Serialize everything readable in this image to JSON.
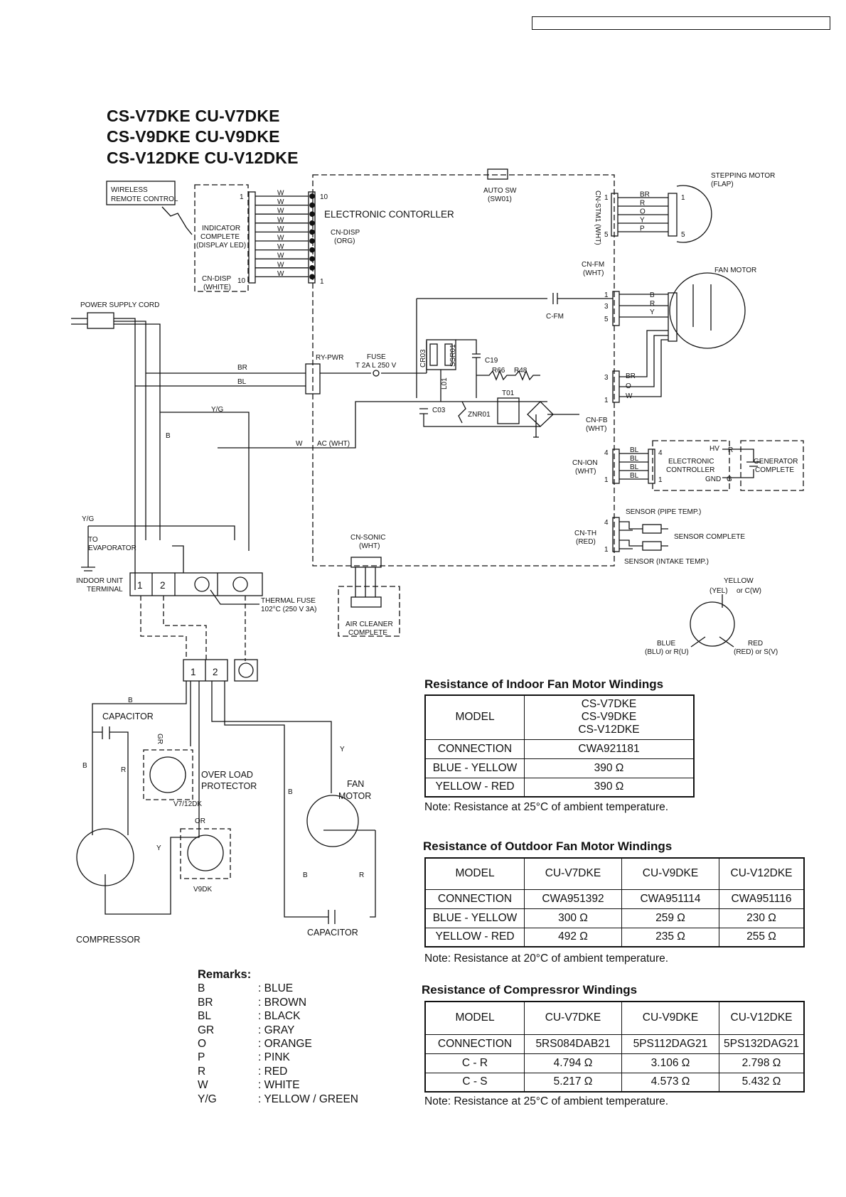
{
  "header": {
    "models": [
      "CS-V7DKE  CU-V7DKE",
      "CS-V9DKE  CU-V9DKE",
      "CS-V12DKE  CU-V12DKE"
    ]
  },
  "diagram": {
    "wireless_remote": [
      "WIRELESS",
      "REMOTE CONTROL"
    ],
    "indicator": [
      "INDICATOR",
      "COMPLETE",
      "(DISPLAY LED)"
    ],
    "cn_disp_white": [
      "CN-DISP",
      "(WHITE)"
    ],
    "electronic_controller": "ELECTRONIC CONTORLLER",
    "cn_disp_org": [
      "CN-DISP",
      "(ORG)"
    ],
    "auto_sw": [
      "AUTO SW",
      "(SW01)"
    ],
    "stepping_motor": [
      "STEPPING MOTOR",
      "(FLAP)"
    ],
    "cn_stm1": "CN-STM1 (WHT)",
    "fan_motor_indoor": "FAN MOTOR",
    "cn_fm": [
      "CN-FM",
      "(WHT)"
    ],
    "c_fm": "C-FM",
    "power_supply_cord": "POWER SUPPLY CORD",
    "ry_pwr": "RY-PWR",
    "fuse": [
      "FUSE",
      "T 2A L 250 V"
    ],
    "cr03": "CR03",
    "ssr01": "SSR01",
    "c19": "C19",
    "r66": "R66",
    "r48": "R48",
    "l01": "L01",
    "t01": "T01",
    "c03": "C03",
    "znr01": "ZNR01",
    "cn_fb": [
      "CN-FB",
      "(WHT)"
    ],
    "ac_wht": "AC (WHT)",
    "cn_ion": [
      "CN-ION",
      "(WHT)"
    ],
    "ion_controller": [
      "ELECTRONIC",
      "CONTROLLER"
    ],
    "generator": [
      "GENERATOR",
      "COMPLETE"
    ],
    "hv": "HV",
    "gnd": "GND",
    "sensor_pipe": "SENSOR (PIPE TEMP.)",
    "sensor_complete": "SENSOR COMPLETE",
    "sensor_intake": "SENSOR (INTAKE TEMP.)",
    "cn_th": [
      "CN-TH",
      "(RED)"
    ],
    "cn_sonic": [
      "CN-SONIC",
      "(WHT)"
    ],
    "air_cleaner": [
      "AIR CLEANER",
      "COMPLETE"
    ],
    "to_evaporator": [
      "TO",
      "EVAPORATOR"
    ],
    "indoor_terminal": [
      "INDOOR UNIT",
      "TERMINAL"
    ],
    "thermal_fuse": [
      "THERMAL FUSE",
      "102°C (250 V 3A)"
    ],
    "capacitor": "CAPACITOR",
    "over_load": [
      "OVER LOAD",
      "PROTECTOR"
    ],
    "v7_12dk": "V7/12DK",
    "v9dk": "V9DK",
    "fan_motor_outdoor": [
      "FAN",
      "MOTOR"
    ],
    "compressor": "COMPRESSOR",
    "yellow": [
      "YELLOW",
      "(YEL)",
      "or C(W)"
    ],
    "blue": [
      "BLUE",
      "(BLU) or R(U)"
    ],
    "red": [
      "RED",
      "(RED) or S(V)"
    ],
    "wire_labels": {
      "w": "W",
      "br": "BR",
      "bl": "BL",
      "yg": "Y/G",
      "b": "B",
      "r": "R",
      "o": "O",
      "y": "Y",
      "p": "P",
      "gr": "GR",
      "or": "OR",
      "g": "G"
    }
  },
  "tables": {
    "indoor": {
      "title": "Resistance of Indoor Fan Motor Windings",
      "model_label": "MODEL",
      "models": [
        "CS-V7DKE",
        "CS-V9DKE",
        "CS-V12DKE"
      ],
      "rows": [
        [
          "CONNECTION",
          "CWA921181"
        ],
        [
          "BLUE - YELLOW",
          "390 Ω"
        ],
        [
          "YELLOW - RED",
          "390 Ω"
        ]
      ],
      "note": "Note: Resistance at 25°C of ambient temperature."
    },
    "outdoor": {
      "title": "Resistance of Outdoor Fan Motor Windings",
      "header": [
        "MODEL",
        "CU-V7DKE",
        "CU-V9DKE",
        "CU-V12DKE"
      ],
      "rows": [
        [
          "CONNECTION",
          "CWA951392",
          "CWA951114",
          "CWA951116"
        ],
        [
          "BLUE - YELLOW",
          "300 Ω",
          "259 Ω",
          "230 Ω"
        ],
        [
          "YELLOW - RED",
          "492 Ω",
          "235 Ω",
          "255 Ω"
        ]
      ],
      "note": "Note: Resistance at 20°C of ambient temperature."
    },
    "compressor": {
      "title": "Resistance of Compressror Windings",
      "header": [
        "MODEL",
        "CU-V7DKE",
        "CU-V9DKE",
        "CU-V12DKE"
      ],
      "rows": [
        [
          "CONNECTION",
          "5RS084DAB21",
          "5PS112DAG21",
          "5PS132DAG21"
        ],
        [
          "C - R",
          "4.794 Ω",
          "3.106 Ω",
          "2.798 Ω"
        ],
        [
          "C - S",
          "5.217 Ω",
          "4.573 Ω",
          "5.432 Ω"
        ]
      ],
      "note": "Note: Resistance at 25°C of ambient temperature."
    }
  },
  "remarks": {
    "title": "Remarks:",
    "items": [
      {
        "code": "B",
        "desc": ": BLUE"
      },
      {
        "code": "BR",
        "desc": ": BROWN"
      },
      {
        "code": "BL",
        "desc": ": BLACK"
      },
      {
        "code": "GR",
        "desc": ": GRAY"
      },
      {
        "code": "O",
        "desc": ": ORANGE"
      },
      {
        "code": "P",
        "desc": ": PINK"
      },
      {
        "code": "R",
        "desc": ": RED"
      },
      {
        "code": "W",
        "desc": ": WHITE"
      },
      {
        "code": "Y/G",
        "desc": ": YELLOW / GREEN"
      }
    ]
  }
}
